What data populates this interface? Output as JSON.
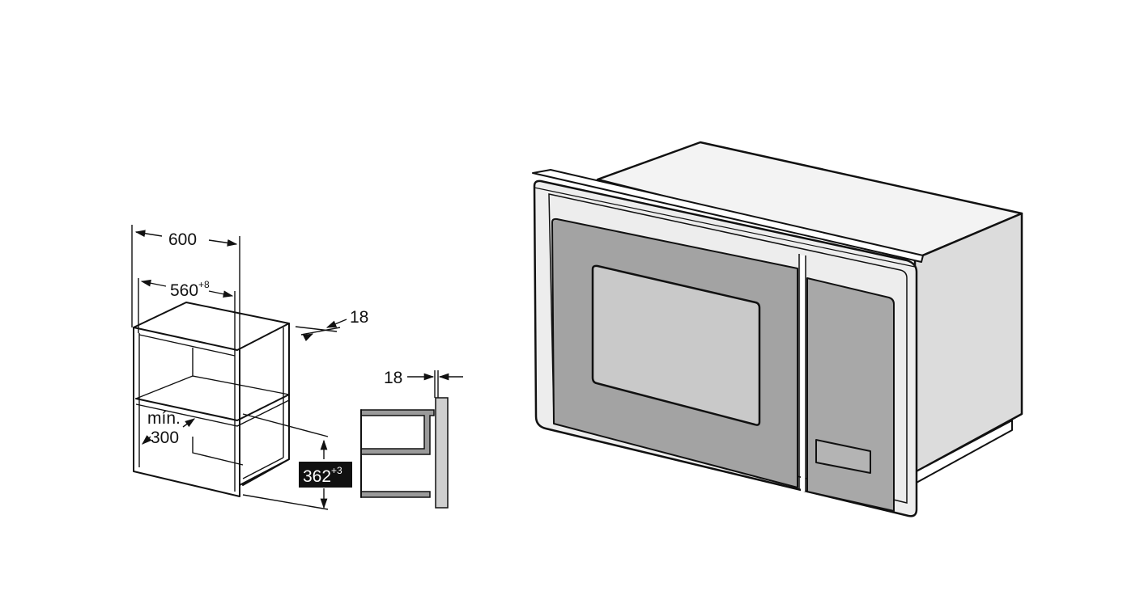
{
  "niche": {
    "outer_width": "600",
    "inner_width": "560",
    "inner_width_tolerance": "+8",
    "panel_thickness_top": "18",
    "panel_thickness_side": "18",
    "min_label": "mín.",
    "min_value": "300",
    "height": "362",
    "height_tolerance": "+3"
  },
  "colors": {
    "line": "#111111",
    "front_frame": "#ededed",
    "door_panel": "#a3a3a3",
    "window": "#c9c9c9",
    "side_panel": "#dcdcdc",
    "top_panel": "#f3f3f3",
    "control_panel": "#a8a8a8",
    "badge_bg": "#111111"
  }
}
